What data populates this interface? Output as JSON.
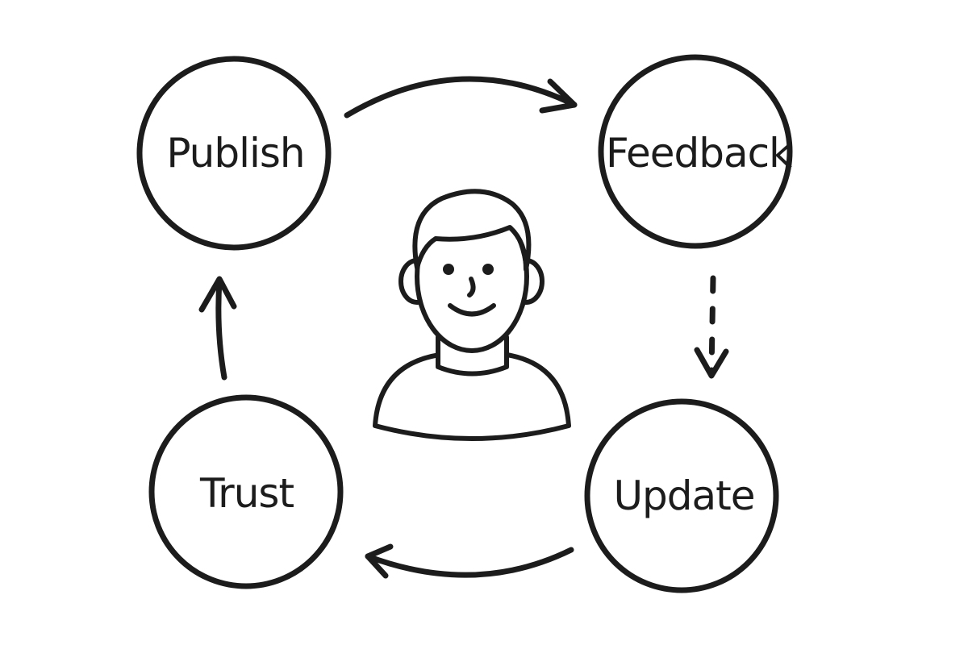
{
  "diagram": {
    "nodes": {
      "publish": {
        "label": "Publish"
      },
      "feedback": {
        "label": "Feedback"
      },
      "update": {
        "label": "Update"
      },
      "trust": {
        "label": "Trust"
      }
    },
    "edges": [
      {
        "from": "Publish",
        "to": "Feedback",
        "style": "solid"
      },
      {
        "from": "Feedback",
        "to": "Update",
        "style": "dashed"
      },
      {
        "from": "Update",
        "to": "Trust",
        "style": "solid"
      },
      {
        "from": "Trust",
        "to": "Publish",
        "style": "solid"
      }
    ],
    "center_icon": "person-icon",
    "colors": {
      "ink": "#1c1c1c",
      "background": "#ffffff"
    }
  }
}
